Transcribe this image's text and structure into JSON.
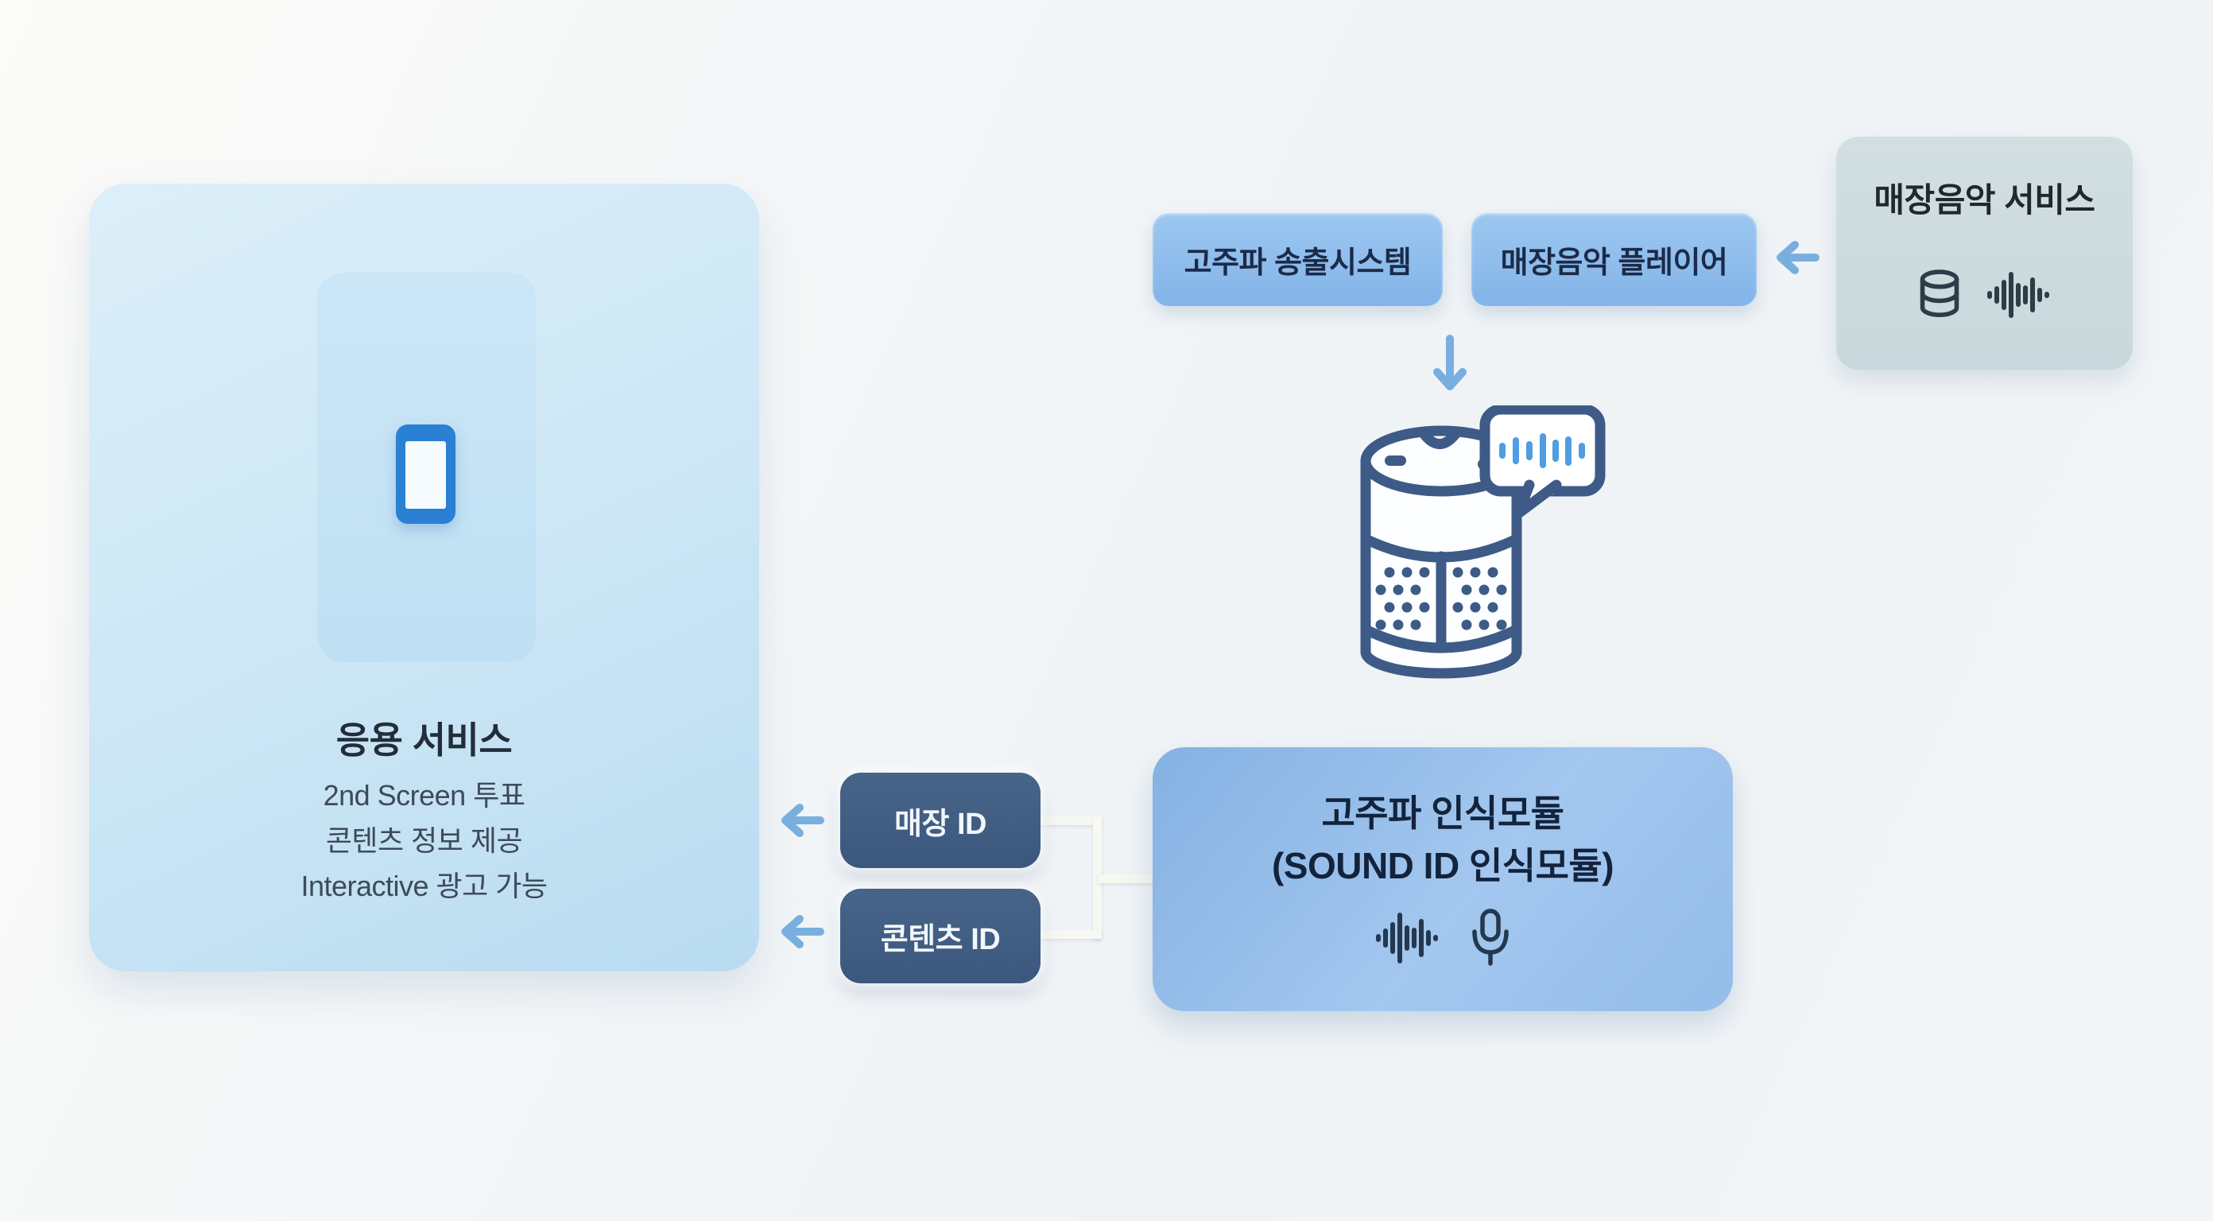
{
  "app_service": {
    "title": "응용 서비스",
    "lines": [
      "2nd Screen 투표",
      "콘텐츠 정보 제공",
      "Interactive 광고 가능"
    ],
    "icon": "smartphone-icon"
  },
  "top_buttons": [
    {
      "label": "고주파 송출시스템"
    },
    {
      "label": "매장음악 플레이어"
    }
  ],
  "music_service": {
    "title": "매장음악 서비스",
    "icons": [
      "database-icon",
      "waveform-icon"
    ]
  },
  "speaker": {
    "illustration": "smart-speaker-illustration",
    "bubble_icon": "speech-bubble-waveform-icon"
  },
  "recognition": {
    "title_line1": "고주파 인식모듈",
    "title_line2": "(SOUND ID 인식모듈)",
    "icons": [
      "waveform-icon",
      "microphone-icon"
    ]
  },
  "id_buttons": [
    {
      "label": "매장 ID"
    },
    {
      "label": "콘텐츠 ID"
    }
  ],
  "arrows": [
    {
      "name": "arrow-left-icon",
      "from": "매장음악 서비스",
      "to": "매장음악 플레이어"
    },
    {
      "name": "arrow-down-icon",
      "from": "고주파 송출시스템 / 매장음악 플레이어",
      "to": "smart-speaker"
    },
    {
      "name": "arrow-left-icon",
      "from": "매장 ID",
      "to": "응용 서비스"
    },
    {
      "name": "arrow-left-icon",
      "from": "콘텐츠 ID",
      "to": "응용 서비스"
    }
  ],
  "colors": {
    "background": "#f2f5f7",
    "app_box_blue": "#c9e5f5",
    "button_blue": "#8fbdec",
    "recognition_blue": "#94bde9",
    "service_gray": "#ccdbdf",
    "dark_button_navy": "#41608a",
    "arrow_blue": "#79afdf",
    "outline_navy": "#3d5b86",
    "phone_blue": "#2a80d3",
    "bubble_wave_blue": "#4f9de2",
    "connector_white": "#f8f8f2",
    "title_text": "#1c2638",
    "body_text": "#3e4a5a"
  }
}
